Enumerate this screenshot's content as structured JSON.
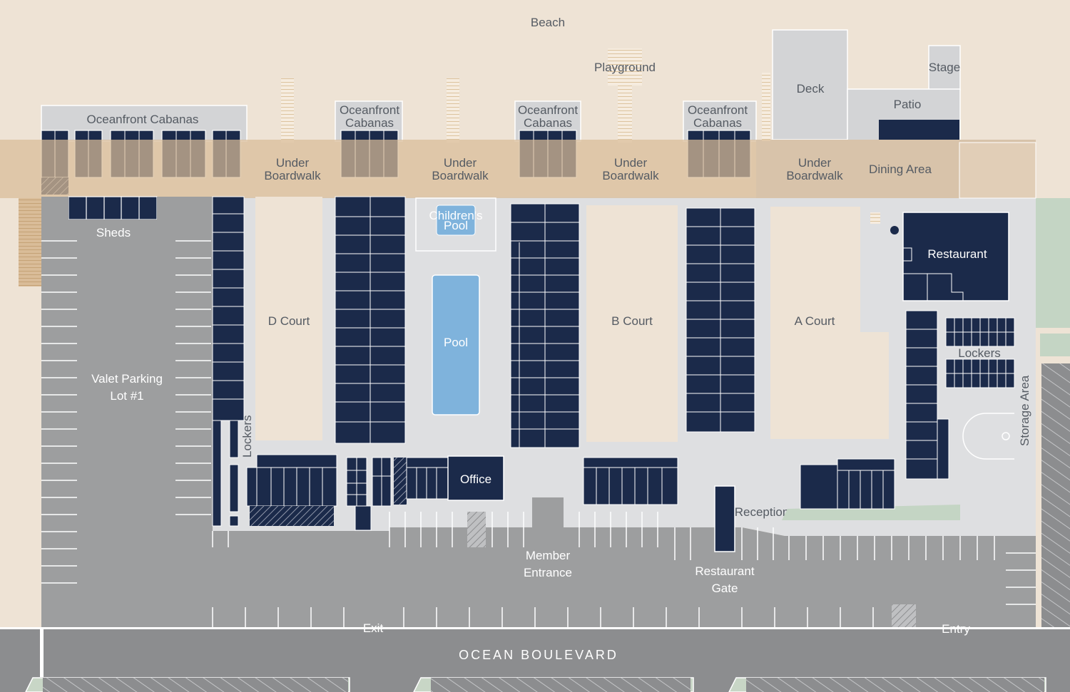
{
  "map": {
    "labels": {
      "beach": "Beach",
      "playground": "Playground",
      "deck": "Deck",
      "stage": "Stage",
      "patio": "Patio",
      "oceanfront_cabanas_left": "Oceanfront Cabanas",
      "oceanfront_cabanas": "Oceanfront",
      "cabanas": "Cabanas",
      "under": "Under",
      "boardwalk": "Boardwalk",
      "dining_area": "Dining Area",
      "sheds": "Sheds",
      "childrens": "Children's",
      "childrens_pool": "Pool",
      "pool": "Pool",
      "restaurant": "Restaurant",
      "d_court": "D Court",
      "b_court": "B Court",
      "a_court": "A Court",
      "valet_line1": "Valet Parking",
      "valet_line2": "Lot #1",
      "lockers": "Lockers",
      "storage_area": "Storage Area",
      "office": "Office",
      "reception": "Reception",
      "member_line1": "Member",
      "member_line2": "Entrance",
      "restaurant_gate_line1": "Restaurant",
      "restaurant_gate_line2": "Gate",
      "exit": "Exit",
      "entry": "Entry",
      "ocean_boulevard": "OCEAN BOULEVARD"
    },
    "colors": {
      "beach": "#eee3d5",
      "boardwalk": "#d9bc98",
      "building": "#d3d4d6",
      "ground": "#dedfe1",
      "cabana": "#1b2a4a",
      "pool": "#7fb3dc",
      "court": "#eee3d5",
      "parking": "#9d9e9f",
      "road": "#8c8d8f",
      "green": "#c4d5c4",
      "label": "#555b63"
    }
  }
}
